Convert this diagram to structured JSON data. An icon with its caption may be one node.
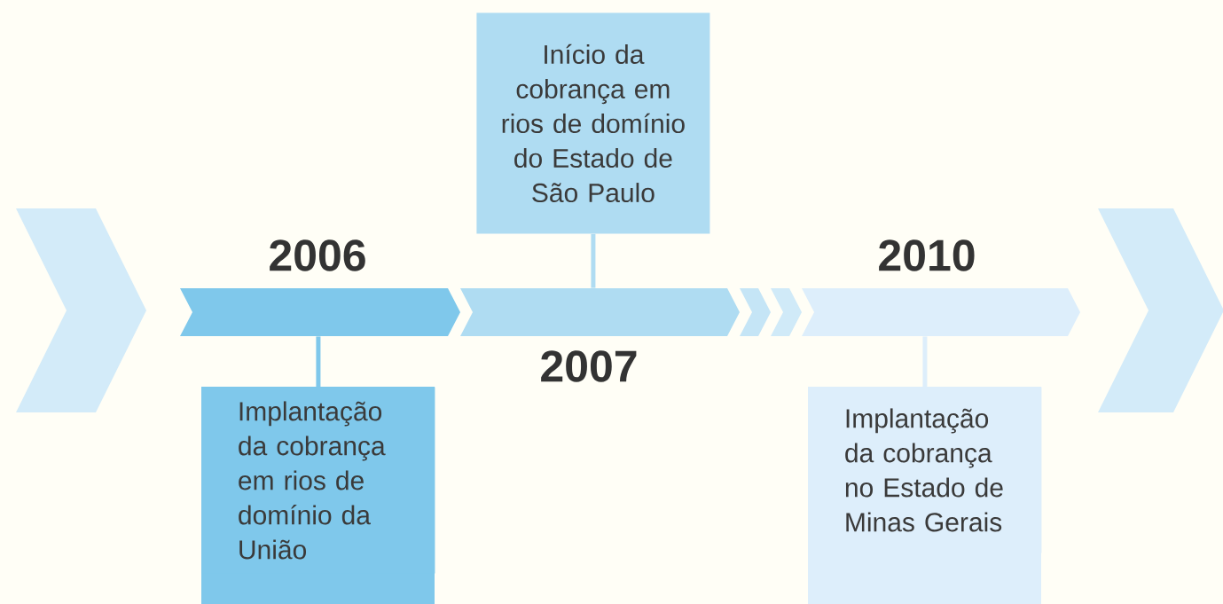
{
  "diagram": {
    "nodes": [
      {
        "text": [],
        "shape": "chevron"
      },
      {
        "text": [],
        "shape": "chevron",
        "beside": [
          "2006"
        ]
      },
      {
        "text": [],
        "shape": "chevron",
        "beside": [
          "2007"
        ]
      },
      {
        "text": [],
        "shape": "chevron"
      },
      {
        "text": [],
        "shape": "chevron"
      },
      {
        "text": [],
        "shape": "chevron",
        "beside": [
          "2010"
        ]
      },
      {
        "text": [],
        "shape": "chevron"
      },
      {
        "text": [
          "Início da cobrança em rios de domínio do Estado de São Paulo"
        ]
      },
      {
        "text": [
          "Implantação da cobrança em rios de domínio da União"
        ]
      },
      {
        "text": [
          "Implantação da cobrança no Estado de Minas Gerais"
        ]
      }
    ],
    "edges": [
      {
        "from": 1,
        "to": 8,
        "arrow": "none",
        "color": "#7fc8eb"
      },
      {
        "from": 2,
        "to": 7,
        "arrow": "none",
        "color": "#afdcf2"
      },
      {
        "from": 5,
        "to": 9,
        "arrow": "none",
        "color": "#ddeefb"
      }
    ]
  }
}
